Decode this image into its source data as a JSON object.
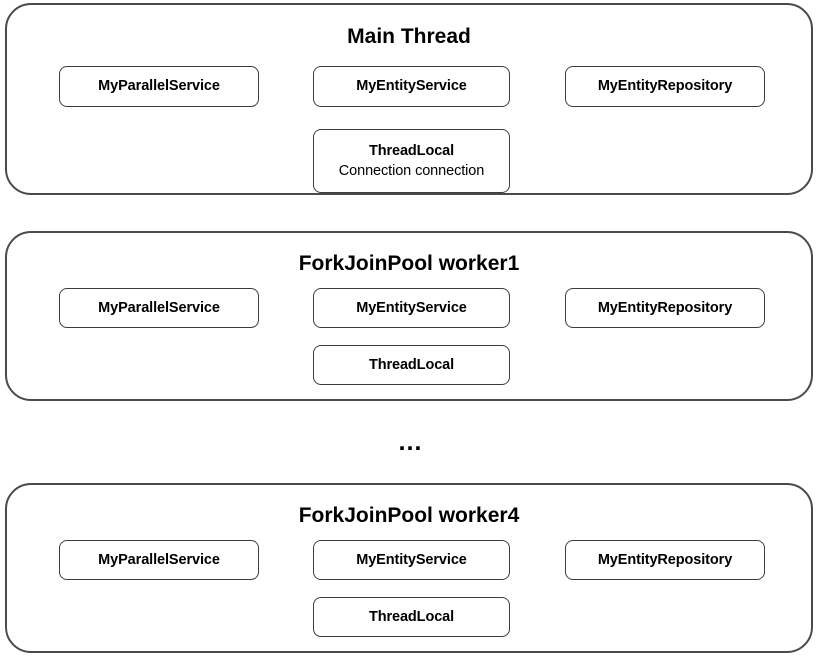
{
  "diagram": {
    "title_visible": false,
    "colors": {
      "container_border": "#4a4a4a",
      "node_border": "#3d3d3d",
      "solid_arrow": "#000000",
      "curved_arrow": "#46566b",
      "background": "#ffffff",
      "text": "#000000"
    },
    "ellipsis": "…",
    "groups": [
      {
        "id": "main-thread",
        "title": "Main Thread",
        "nodes": [
          {
            "id": "parallel-service",
            "primary": "MyParallelService",
            "secondary": ""
          },
          {
            "id": "entity-service",
            "primary": "MyEntityService",
            "secondary": ""
          },
          {
            "id": "entity-repository",
            "primary": "MyEntityRepository",
            "secondary": ""
          },
          {
            "id": "thread-local",
            "primary": "ThreadLocal",
            "secondary": "Connection connection"
          }
        ],
        "edges": [
          {
            "from": "parallel-service",
            "to": "entity-service",
            "style": "solid-black"
          },
          {
            "from": "entity-service",
            "to": "entity-repository",
            "style": "solid-black"
          },
          {
            "from": "entity-service",
            "to": "thread-local",
            "style": "thin-blue-vertical"
          },
          {
            "from": "parallel-service",
            "to": "thread-local",
            "style": "thin-blue-curve-left"
          },
          {
            "from": "entity-repository",
            "to": "thread-local",
            "style": "thin-blue-curve-right"
          }
        ]
      },
      {
        "id": "forkjoinpool-worker1",
        "title": "ForkJoinPool worker1",
        "nodes": [
          {
            "id": "parallel-service",
            "primary": "MyParallelService",
            "secondary": ""
          },
          {
            "id": "entity-service",
            "primary": "MyEntityService",
            "secondary": ""
          },
          {
            "id": "entity-repository",
            "primary": "MyEntityRepository",
            "secondary": ""
          },
          {
            "id": "thread-local",
            "primary": "ThreadLocal",
            "secondary": ""
          }
        ],
        "edges": [
          {
            "from": "parallel-service",
            "to": "entity-service",
            "style": "solid-black"
          },
          {
            "from": "entity-service",
            "to": "entity-repository",
            "style": "solid-black"
          },
          {
            "from": "entity-service",
            "to": "thread-local",
            "style": "thin-blue-vertical"
          },
          {
            "from": "entity-repository",
            "to": "thread-local",
            "style": "thin-blue-curve-right"
          }
        ]
      },
      {
        "id": "forkjoinpool-worker4",
        "title": "ForkJoinPool worker4",
        "nodes": [
          {
            "id": "parallel-service",
            "primary": "MyParallelService",
            "secondary": ""
          },
          {
            "id": "entity-service",
            "primary": "MyEntityService",
            "secondary": ""
          },
          {
            "id": "entity-repository",
            "primary": "MyEntityRepository",
            "secondary": ""
          },
          {
            "id": "thread-local",
            "primary": "ThreadLocal",
            "secondary": ""
          }
        ],
        "edges": [
          {
            "from": "parallel-service",
            "to": "entity-service",
            "style": "solid-black"
          },
          {
            "from": "entity-service",
            "to": "entity-repository",
            "style": "solid-black"
          },
          {
            "from": "entity-service",
            "to": "thread-local",
            "style": "thin-blue-vertical"
          },
          {
            "from": "entity-repository",
            "to": "thread-local",
            "style": "thin-blue-curve-right"
          }
        ]
      }
    ]
  }
}
